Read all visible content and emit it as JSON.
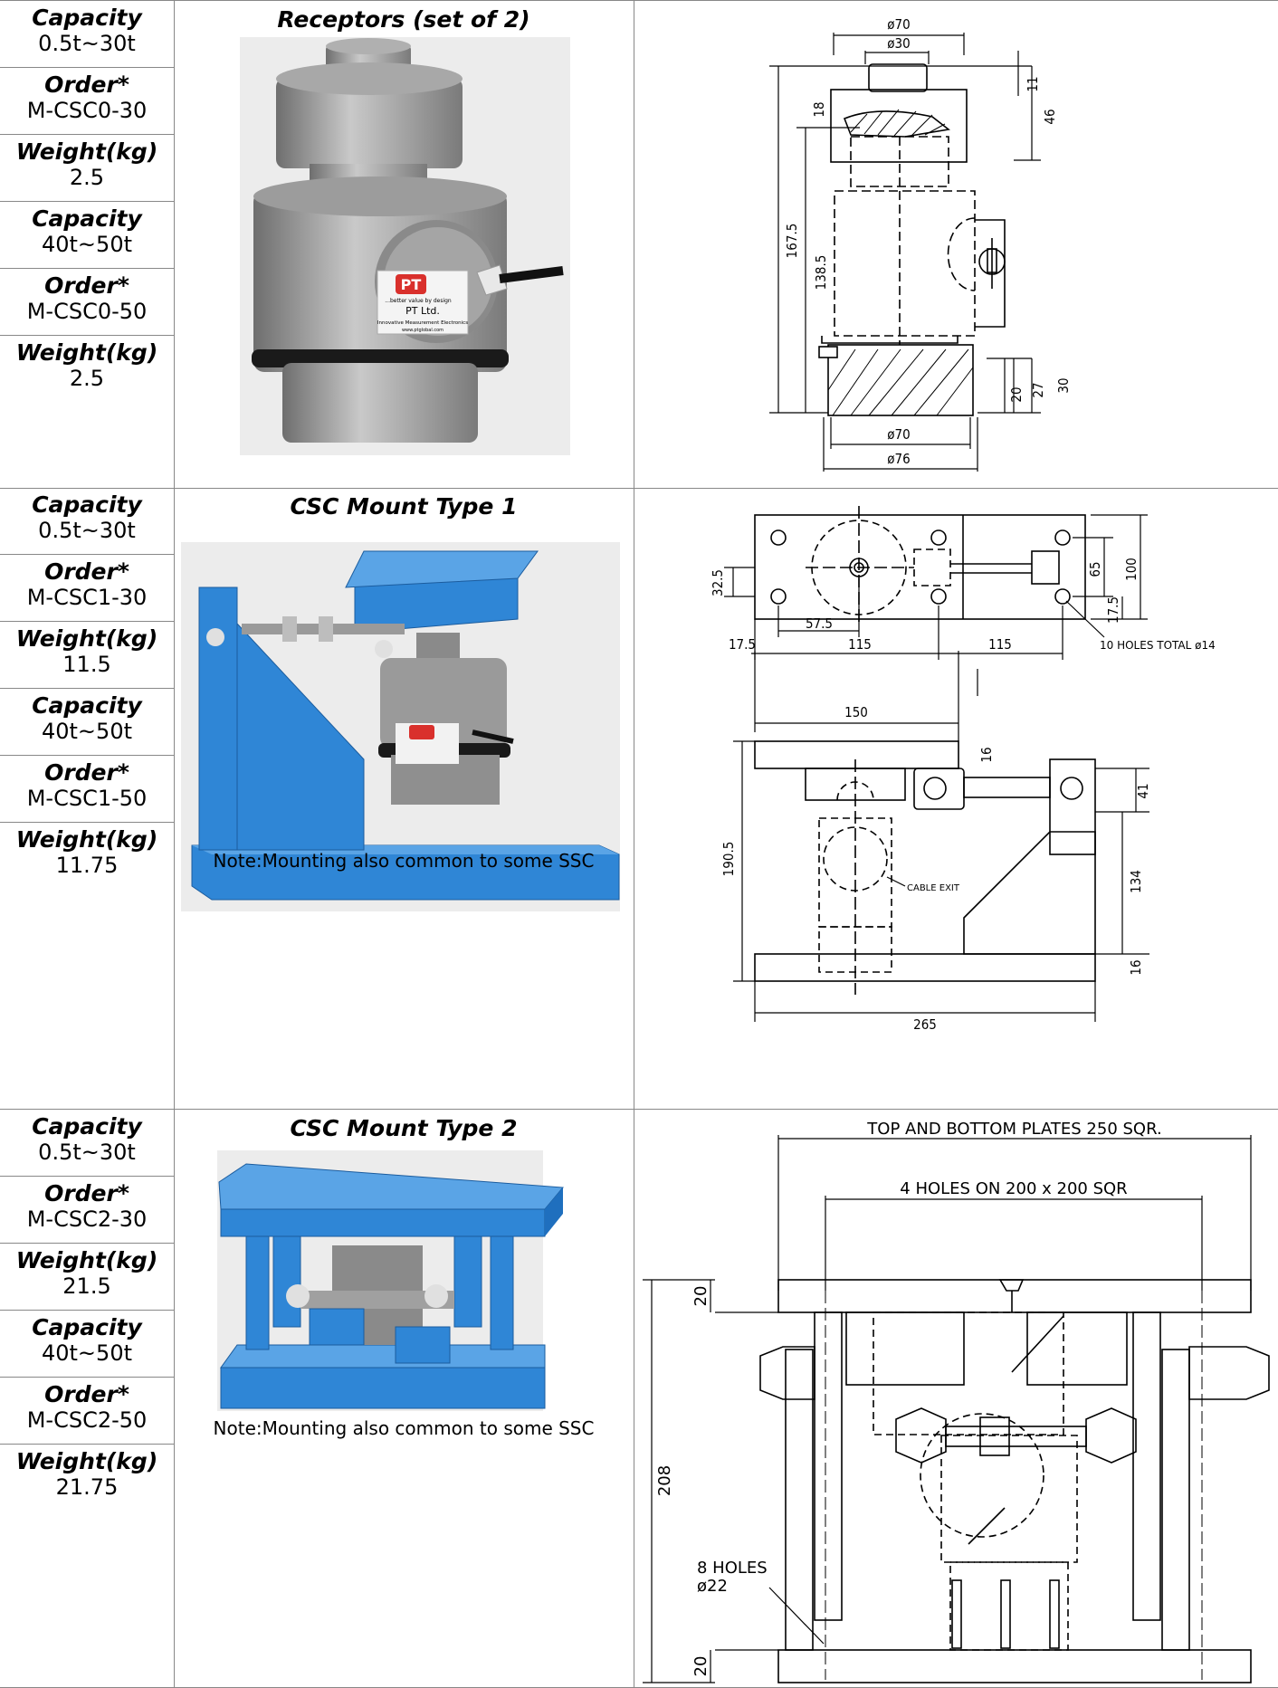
{
  "sections": [
    {
      "title": "Receptors (set of 2)",
      "specs": [
        {
          "label": "Capacity",
          "value": "0.5t~30t"
        },
        {
          "label": "Order*",
          "value": "M-CSC0-30"
        },
        {
          "label": "Weight(kg)",
          "value": "2.5"
        },
        {
          "label": "Capacity",
          "value": "40t~50t"
        },
        {
          "label": "Order*",
          "value": "M-CSC0-50"
        },
        {
          "label": "Weight(kg)",
          "value": "2.5"
        }
      ],
      "note": "",
      "label_text": {
        "tagline": "...better value by design",
        "company": "PT Ltd.",
        "subtitle": "Innovative Measurement Electronics",
        "url": "www.ptglobal.com",
        "logo": "PT"
      },
      "dims": {
        "d70_top": "ø70",
        "d30": "ø30",
        "d11": "11",
        "d46": "46",
        "d18": "18",
        "d167": "167.5",
        "d138": "138.5",
        "d20": "20",
        "d27": "27",
        "d30b": "30",
        "d70_bot": "ø70",
        "d76": "ø76"
      }
    },
    {
      "title": "CSC Mount Type 1",
      "specs": [
        {
          "label": "Capacity",
          "value": "0.5t~30t"
        },
        {
          "label": "Order*",
          "value": "M-CSC1-30"
        },
        {
          "label": "Weight(kg)",
          "value": "11.5"
        },
        {
          "label": "Capacity",
          "value": "40t~50t"
        },
        {
          "label": "Order*",
          "value": "M-CSC1-50"
        },
        {
          "label": "Weight(kg)",
          "value": "11.75"
        }
      ],
      "note": "Note:Mounting also common to some SSC",
      "dims": {
        "d325": "32.5",
        "d575": "57.5",
        "d175a": "17.5",
        "d115a": "115",
        "d115b": "115",
        "d65": "65",
        "d100": "100",
        "d175b": "17.5",
        "holes": "10 HOLES TOTAL ø14",
        "d150": "150",
        "d16a": "16",
        "d41": "41",
        "d1905": "190.5",
        "cable": "CABLE EXIT",
        "d134": "134",
        "d16b": "16",
        "d265": "265"
      }
    },
    {
      "title": "CSC Mount Type 2",
      "specs": [
        {
          "label": "Capacity",
          "value": "0.5t~30t"
        },
        {
          "label": "Order*",
          "value": "M-CSC2-30"
        },
        {
          "label": "Weight(kg)",
          "value": "21.5"
        },
        {
          "label": "Capacity",
          "value": "40t~50t"
        },
        {
          "label": "Order*",
          "value": "M-CSC2-50"
        },
        {
          "label": "Weight(kg)",
          "value": "21.75"
        }
      ],
      "note": "Note:Mounting also common to some SSC",
      "dims": {
        "plates": "TOP AND BOTTOM PLATES 250 SQR.",
        "holes4": "4 HOLES ON 200 x 200 SQR",
        "d20a": "20",
        "d208": "208",
        "d20b": "20",
        "holes8a": "8 HOLES",
        "holes8b": "ø22"
      }
    }
  ],
  "colors": {
    "mount_blue": "#2f86d6",
    "cell_grey": "#9a9a9a",
    "logo_red": "#d9302c"
  }
}
